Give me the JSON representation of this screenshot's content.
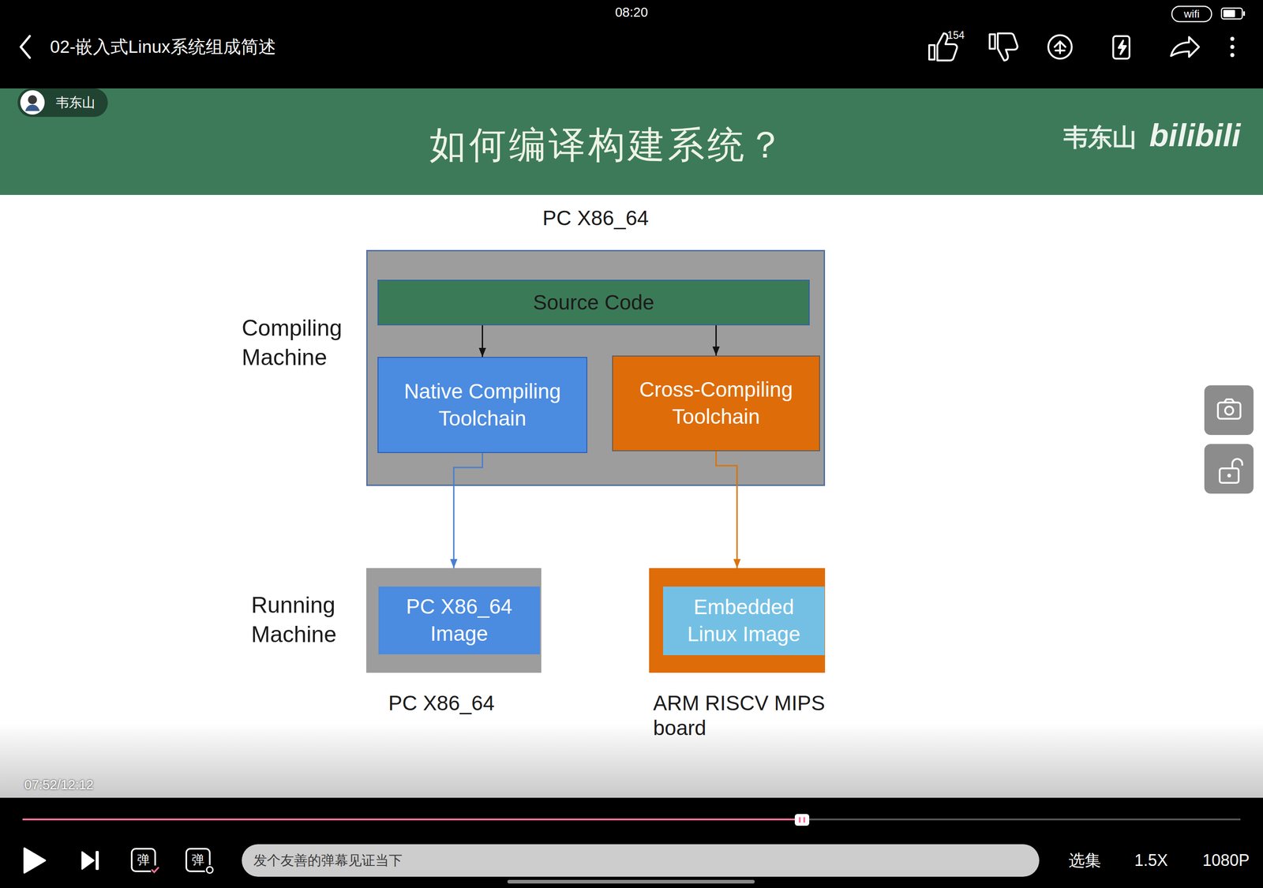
{
  "diagram": {
    "title": "如何编译构建系统？",
    "nodes": [
      {
        "text": [
          "PC X86_64"
        ]
      },
      {
        "text": [
          "Source Code"
        ],
        "in": 0
      },
      {
        "text": [
          "Native Compiling Toolchain"
        ],
        "in": 0
      },
      {
        "text": [
          "Cross-Compiling Toolchain"
        ],
        "in": 0
      },
      {
        "text": [
          "PC X86_64"
        ]
      },
      {
        "text": [
          "PC X86_64 Image"
        ],
        "in": 4
      },
      {
        "text": [
          "ARM RISCV MIPS board"
        ]
      },
      {
        "text": [
          "Embedded Linux Image"
        ],
        "in": 6
      }
    ],
    "edges": [
      {
        "from": 1,
        "to": 2,
        "arrow": "to"
      },
      {
        "from": 1,
        "to": 3,
        "arrow": "to"
      },
      {
        "from": 2,
        "to": 4,
        "arrow": "to"
      },
      {
        "from": 3,
        "to": 6,
        "arrow": "to"
      }
    ],
    "labels": [
      "08:20",
      "wifi",
      "02-嵌入式Linux系统组成简述",
      "154",
      "韦东山",
      "韦东山",
      "bilibili",
      "Compiling Machine",
      "Running Machine",
      "07:52/12:12",
      "弹",
      "弹",
      "发个友善的弹幕见证当下",
      "选集",
      "1.5X",
      "1080P"
    ]
  }
}
